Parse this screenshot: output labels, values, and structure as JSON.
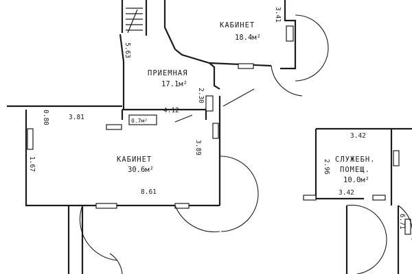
{
  "rooms": [
    {
      "name": "КАБИНЕТ",
      "area": "18.4м²"
    },
    {
      "name": "ПРИЕМНАЯ",
      "area": "17.1м²"
    },
    {
      "name": "КАБИНЕТ",
      "area": "30.6м²"
    },
    {
      "name": "СЛУЖЕБН.",
      "name2": "ПОМЕЩ.",
      "area": "10.0м²"
    },
    {
      "area": "0.7м²"
    }
  ],
  "dimensions": {
    "d341": "3.41",
    "d563": "5.63",
    "d230": "2.30",
    "d412": "4.12",
    "d080": "0.80",
    "d381": "3.81",
    "d167": "1.67",
    "d389": "3.89",
    "d861": "8.61",
    "d342_top": "3.42",
    "d296": "2.96",
    "d342_bottom": "3.42",
    "d671": "6.71"
  }
}
